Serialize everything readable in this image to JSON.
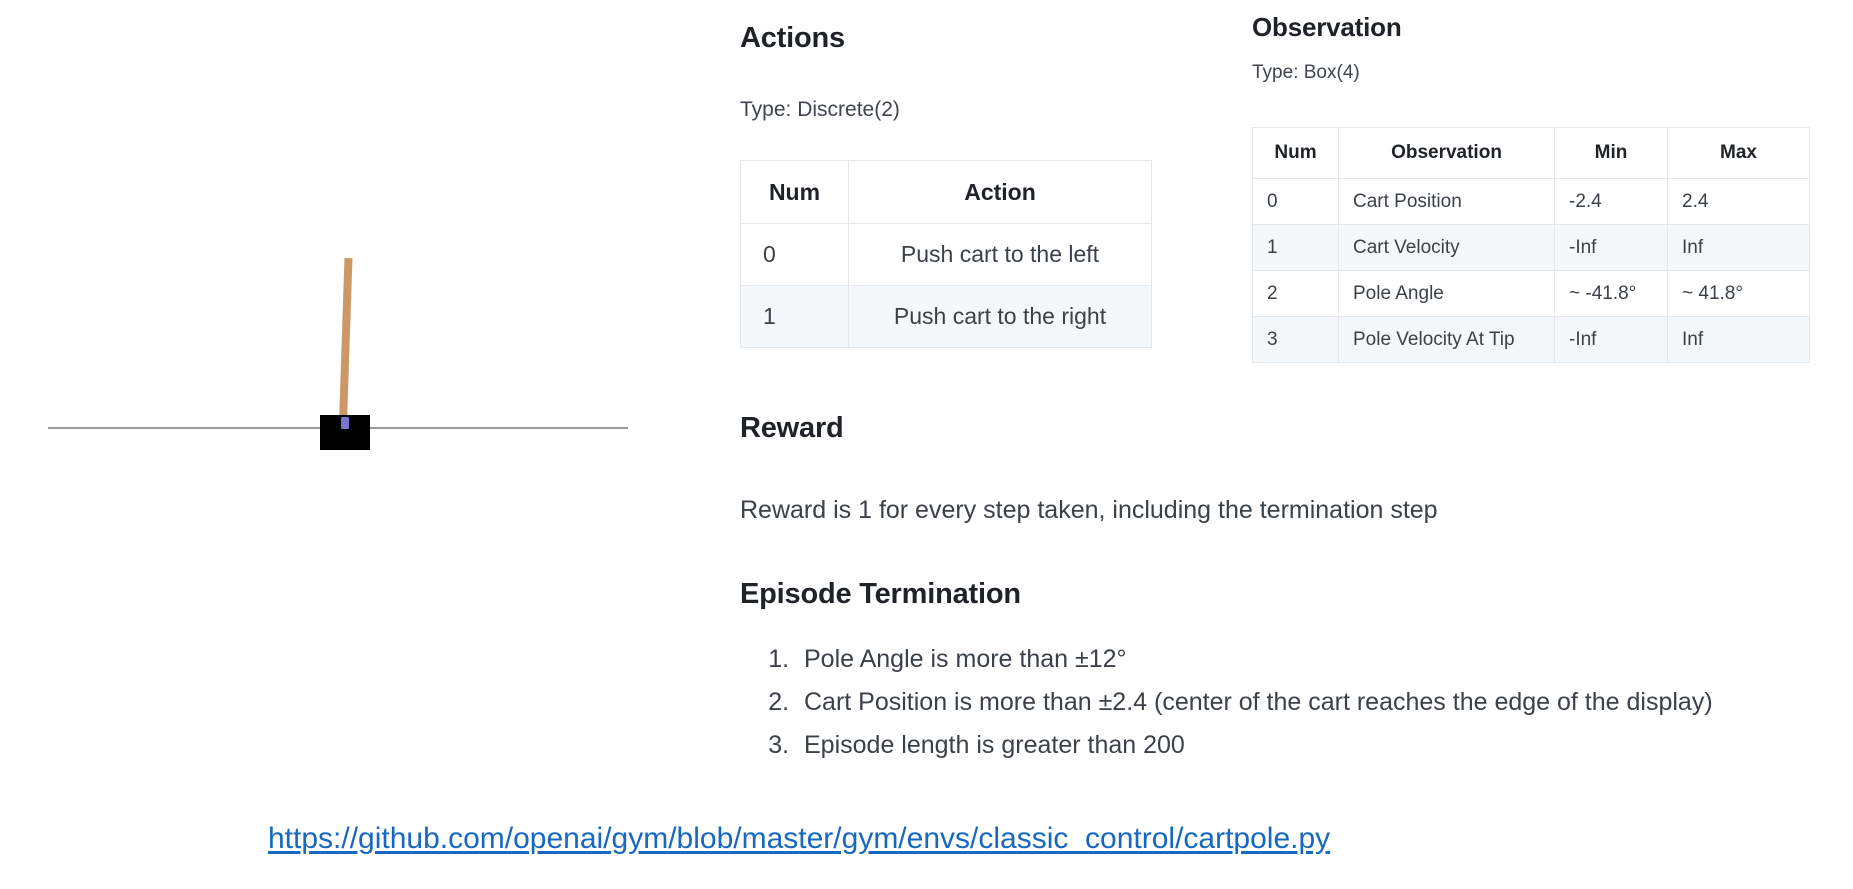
{
  "figure": {
    "name": "cartpole-illustration",
    "cart_color": "#000000",
    "pole_color": "#cc9966",
    "axle_color": "#7b74cf",
    "track_color": "#9b9b9b"
  },
  "actions": {
    "heading": "Actions",
    "type_label": "Type: Discrete(2)",
    "columns": [
      "Num",
      "Action"
    ],
    "rows": [
      {
        "num": "0",
        "action": "Push cart to the left"
      },
      {
        "num": "1",
        "action": "Push cart to the right"
      }
    ]
  },
  "observation": {
    "heading": "Observation",
    "type_label": "Type: Box(4)",
    "columns": [
      "Num",
      "Observation",
      "Min",
      "Max"
    ],
    "rows": [
      {
        "num": "0",
        "observation": "Cart Position",
        "min": "-2.4",
        "max": "2.4"
      },
      {
        "num": "1",
        "observation": "Cart Velocity",
        "min": "-Inf",
        "max": "Inf"
      },
      {
        "num": "2",
        "observation": "Pole Angle",
        "min": "~ -41.8°",
        "max": "~ 41.8°"
      },
      {
        "num": "3",
        "observation": "Pole Velocity At Tip",
        "min": "-Inf",
        "max": "Inf"
      }
    ]
  },
  "reward": {
    "heading": "Reward",
    "text": "Reward is 1 for every step taken, including the termination step"
  },
  "termination": {
    "heading": "Episode Termination",
    "items": [
      "Pole Angle is more than ±12°",
      "Cart Position is more than ±2.4 (center of the cart reaches the edge of the display)",
      "Episode length is greater than 200"
    ]
  },
  "link": {
    "text": "https://github.com/openai/gym/blob/master/gym/envs/classic_control/cartpole.py",
    "color": "#1668c1"
  }
}
